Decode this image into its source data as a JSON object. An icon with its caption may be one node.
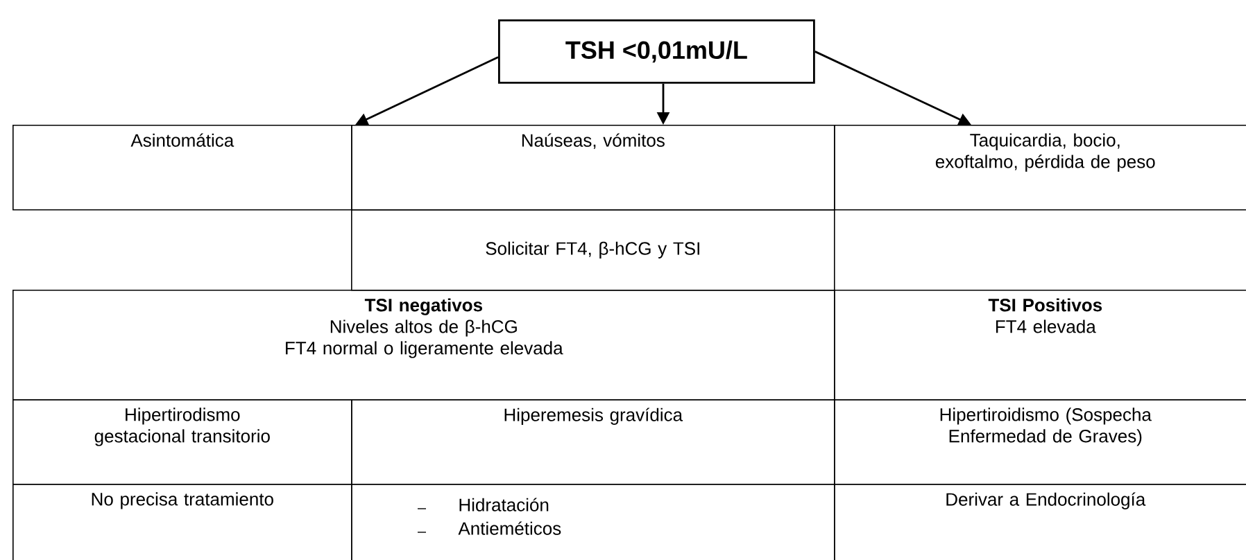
{
  "diagram": {
    "nodes": [
      {
        "text": [
          "TSH <0,01mU/L"
        ]
      },
      {
        "text": [
          "Asintomática"
        ]
      },
      {
        "text": [
          "Naúseas, vómitos"
        ]
      },
      {
        "text": [
          "Taquicardia, bocio, exoftalmo, pérdida de peso"
        ]
      },
      {
        "text": [
          "Solicitar FT4, β-hCG y TSI"
        ]
      },
      {
        "text": [
          "TSI negativos",
          "Niveles altos de β-hCG",
          "FT4 normal o ligeramente elevada"
        ]
      },
      {
        "text": [
          "TSI Positivos",
          "FT4 elevada"
        ]
      },
      {
        "text": [
          "Hipertirodismo gestacional transitorio"
        ]
      },
      {
        "text": [
          "Hiperemesis gravídica"
        ]
      },
      {
        "text": [
          "Hipertiroidismo (Sospecha Enfermedad de Graves)"
        ]
      },
      {
        "text": [
          "No precisa tratamiento"
        ]
      },
      {
        "text": [
          "Hidratación",
          "Antieméticos"
        ]
      },
      {
        "text": [
          "Derivar a Endocrinología"
        ]
      }
    ],
    "edges": [
      {
        "from": 0,
        "to": 1,
        "arrow": "to"
      },
      {
        "from": 0,
        "to": 2,
        "arrow": "to"
      },
      {
        "from": 0,
        "to": 3,
        "arrow": "to"
      }
    ]
  }
}
